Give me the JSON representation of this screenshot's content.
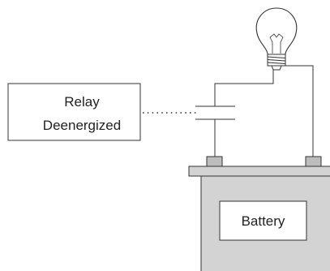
{
  "relay_box": {
    "line1": "Relay",
    "line2": "Deenergized"
  },
  "battery": {
    "label": "Battery"
  },
  "colors": {
    "stroke": "#333333",
    "battery_fill": "#d3d3d3",
    "terminal_fill": "#bdbdbd",
    "white": "#ffffff"
  },
  "icons": {
    "bulb": "light-bulb-icon",
    "contacts": "relay-contacts-icon",
    "battery": "battery-icon"
  }
}
